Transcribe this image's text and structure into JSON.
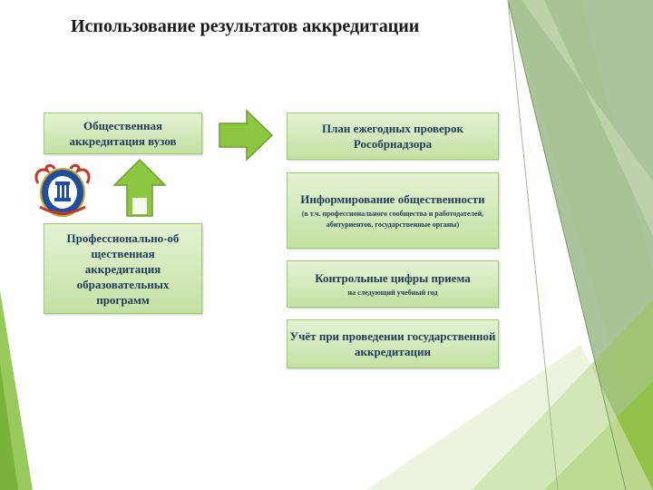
{
  "title": "Использование результатов аккредитации",
  "boxes": {
    "public": "Общественная аккредитация вузов",
    "professional": "Профессионально-об щественная аккредитация образовательных программ",
    "plan": "План ежегодных проверок Рособрнадзора",
    "info_main": "Информирование общественности",
    "info_sub": "(в т.ч. профессионального сообщества и работодателей, абитуриентов, государственные органы)",
    "figures_main": "Контрольные цифры приема",
    "figures_sub": "на следующий учебный год",
    "account": "Учёт при проведении государственной аккредитации"
  },
  "icons": {
    "right_arrow": "right-arrow-icon",
    "up_arrow": "up-arrow-icon",
    "emblem": "emblem-icon"
  },
  "colors": {
    "box_fill": "#c3e1a3",
    "box_border": "#9ccb6b",
    "arrow_fill": "#8dc63f",
    "text": "#1f3b5a",
    "accent_green": "#8cc34a"
  }
}
